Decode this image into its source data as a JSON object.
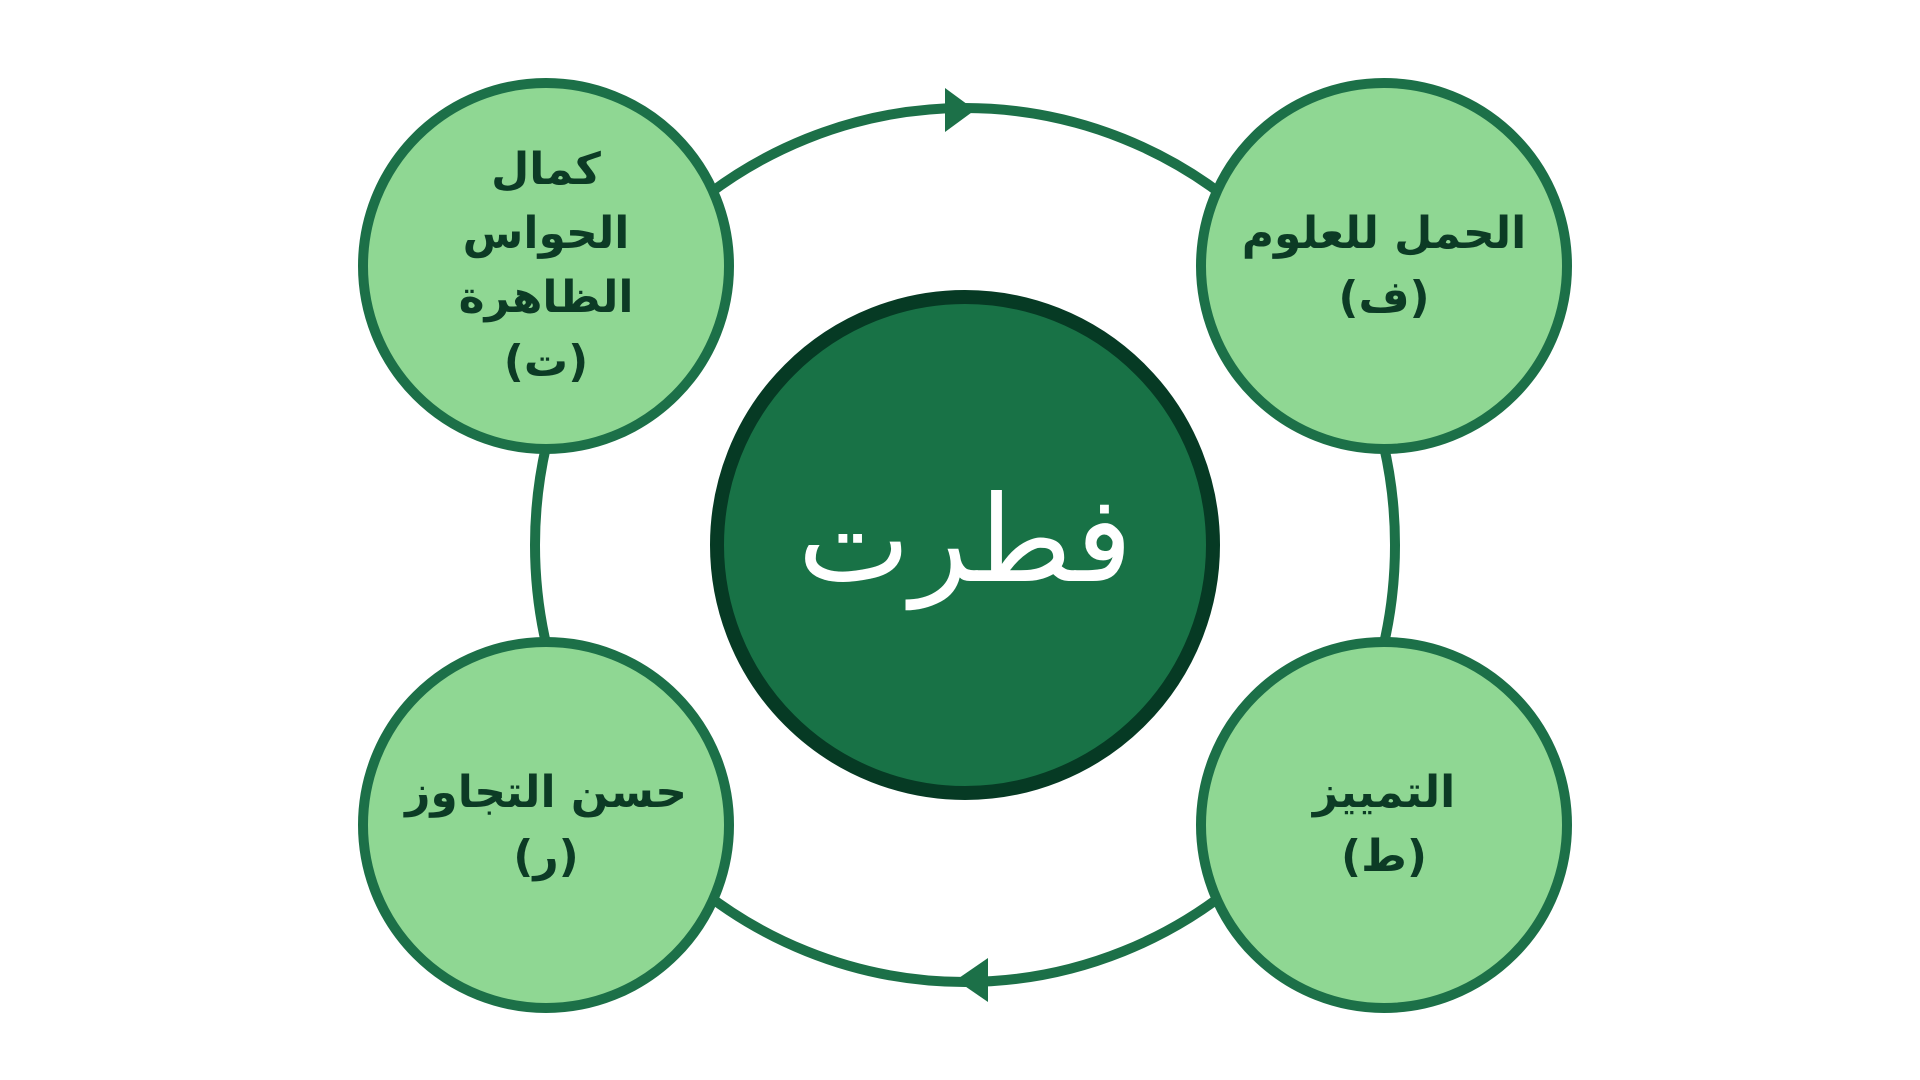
{
  "diagram": {
    "center": {
      "label": "فطرت"
    },
    "nodes": [
      {
        "id": "top-right",
        "label": "الحمل للعلوم",
        "code": "(ف)"
      },
      {
        "id": "bottom-right",
        "label": "التمييز",
        "code": "(ط)"
      },
      {
        "id": "bottom-left",
        "label": "حسن التجاوز",
        "code": "(ر)"
      },
      {
        "id": "top-left",
        "label": "كمال الحواس الظاهرة",
        "code": "(ت)"
      }
    ],
    "colors": {
      "outer_fill": "#8fd793",
      "outer_stroke": "#1c7048",
      "center_fill": "#187246",
      "center_stroke": "#063a24",
      "ring_stroke": "#1c7048",
      "center_text": "#ffffff",
      "node_text": "#0c3b25"
    }
  }
}
